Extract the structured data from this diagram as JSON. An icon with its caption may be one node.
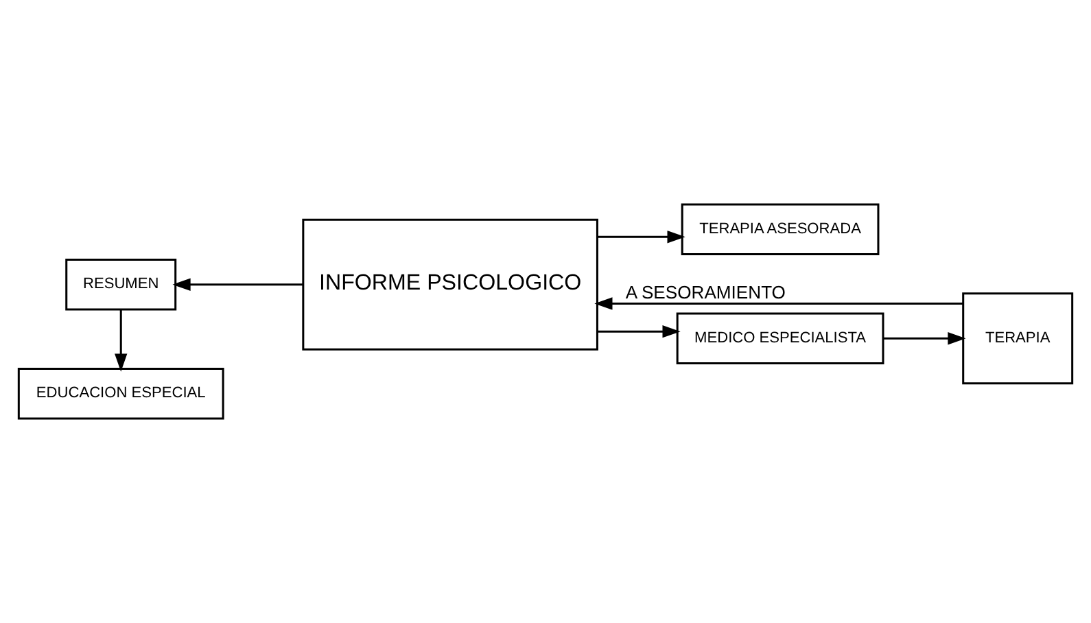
{
  "diagram": {
    "nodes": [
      {
        "text": [
          "TERAPIA ASESORADA"
        ]
      },
      {
        "text": [
          "RESUMEN"
        ]
      },
      {
        "text": [
          "INFORME PSICOLOGICO"
        ]
      },
      {
        "text": [
          "MEDICO ESPECIALISTA"
        ]
      },
      {
        "text": [
          "TERAPIA"
        ]
      },
      {
        "text": [
          "EDUCACION ESPECIAL"
        ]
      }
    ],
    "edges": [
      {
        "from": 2,
        "to": 0,
        "arrow": "to"
      },
      {
        "from": 2,
        "to": 1,
        "arrow": "to"
      },
      {
        "from": 2,
        "to": 3,
        "arrow": "to"
      },
      {
        "from": 3,
        "to": 4,
        "arrow": "to"
      },
      {
        "from": 1,
        "to": 5,
        "arrow": "to"
      },
      {
        "from": 4,
        "to": 2,
        "label": "A SESORAMIENTO",
        "arrow": "to"
      }
    ]
  }
}
